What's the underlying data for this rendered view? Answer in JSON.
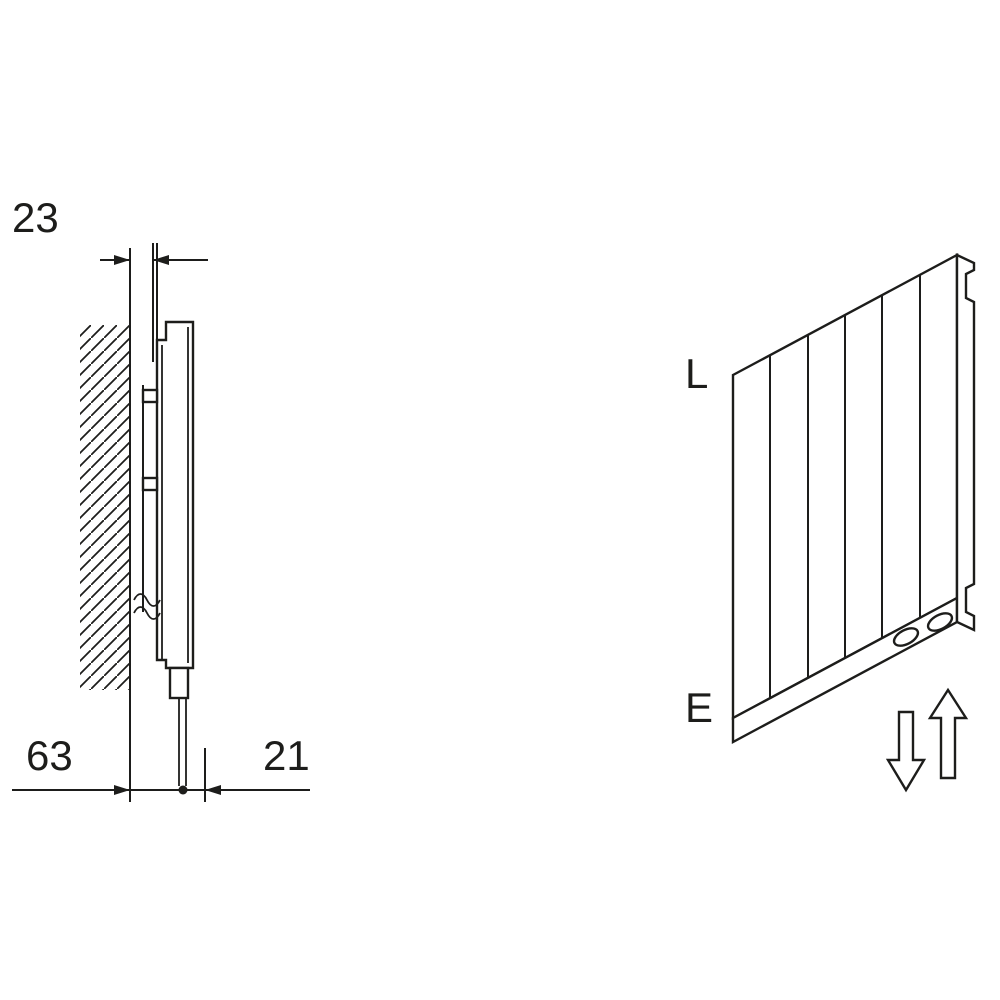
{
  "colors": {
    "line": "#1d1d1b",
    "background": "#ffffff"
  },
  "side_view": {
    "dim_top": "23",
    "dim_bottom_left": "63",
    "dim_bottom_right": "21"
  },
  "iso_view": {
    "label_top_left": "L",
    "label_bottom_left": "E"
  }
}
